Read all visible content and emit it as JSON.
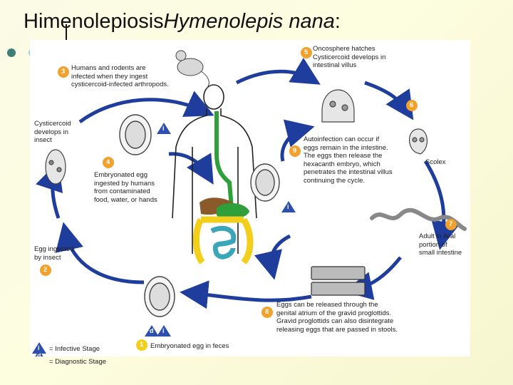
{
  "title": {
    "prefix": "Himenolepiosis",
    "species": "Hymenolepis nana",
    "suffix": ":"
  },
  "steps": {
    "s1": {
      "num": "1",
      "text": "Embryonated egg in feces"
    },
    "s2": {
      "num": "2",
      "text": "Egg ingested\nby insect"
    },
    "s3": {
      "num": "3",
      "text": "Humans and rodents are\ninfected when they ingest\ncysticercoid-infected arthropods."
    },
    "s4": {
      "num": "4",
      "text": "Embryonated egg\ningested by humans\nfrom contaminated\nfood, water, or hands"
    },
    "s5": {
      "num": "5",
      "text": "Oncosphere hatches\nCysticercoid develops in\nintestinal villus"
    },
    "s6": {
      "num": "6",
      "text": "Scolex"
    },
    "s7": {
      "num": "7",
      "text": "Adult in ileal\nportion of\nsmall intestine"
    },
    "s8": {
      "num": "8",
      "text": "Eggs can be released through the\ngenital atrium of the gravid proglottids.\nGravid proglottids can also disintegrate\nreleasing eggs that are passed in stools."
    },
    "s9": {
      "num": "9",
      "text": "Autoinfection can occur if\neggs remain in the intestine.\nThe eggs then release the\nhexacanth embryo, which\npenetrates the intestinal villus\ncontinuing the cycle."
    },
    "cyst": {
      "text": "Cysticercoid\ndevelops in\ninsect"
    }
  },
  "stage_marks": {
    "infective": "i",
    "diagnostic": "d"
  },
  "legend": {
    "infective": "= Infective Stage",
    "diagnostic": "= Diagnostic Stage"
  },
  "colors": {
    "arrow_blue": "#1f3d9c",
    "badge_orange": "#f2a12c",
    "badge_blue": "#2d4fae",
    "gut_green": "#2e9f3a",
    "gut_yellow": "#f2cf1a",
    "gut_teal": "#3aa6b8",
    "gut_brown": "#8a5a2b"
  }
}
